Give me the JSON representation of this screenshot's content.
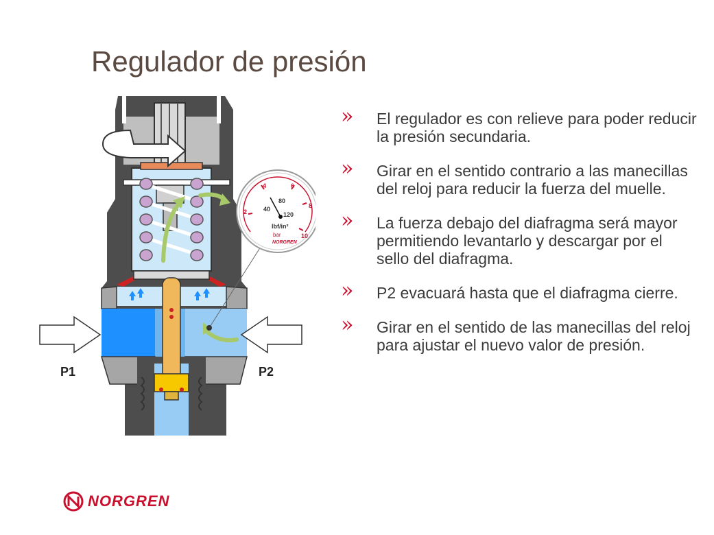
{
  "title": "Regulador de presión",
  "bullet_marker": "»",
  "bullets": [
    "El regulador es con relieve para poder reducir la presión secundaria.",
    "Girar en el sentido contrario a las manecillas del reloj para reducir la fuerza del muelle.",
    "La fuerza debajo del diafragma será mayor permitiendo levantarlo y descargar por el sello del diafragma.",
    "P2 evacuará hasta que el diafragma cierre.",
    "Girar en el sentido de las manecillas del reloj para ajustar el nuevo valor de presión."
  ],
  "diagram": {
    "port_left": "P1",
    "port_right": "P2",
    "gauge": {
      "bar_labels": [
        "2",
        "4",
        "6",
        "8",
        "10"
      ],
      "psi_labels": [
        "40",
        "80",
        "120"
      ],
      "unit_psi": "lbf/in²",
      "unit_bar": "bar",
      "brand": "NORGREN"
    }
  },
  "footer": {
    "brand": "NORGREN"
  },
  "colors": {
    "title": "#5b4a42",
    "accent_red": "#c8102e",
    "body_grey": "#4d4d4d",
    "chamber_light_blue": "#cde8f8",
    "chamber_blue": "#1e90ff",
    "spring_purple": "#c9a4d0",
    "arrow_green": "#a8c96a",
    "valve_gold": "#f0b85a"
  }
}
